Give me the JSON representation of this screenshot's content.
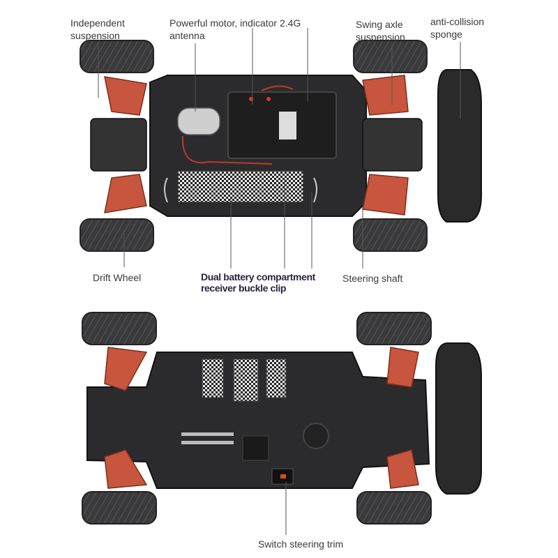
{
  "labels": {
    "independent_suspension": "Independent\nsuspension",
    "powerful_motor": "Powerful motor, indicator 2.4G\nantenna",
    "swing_axle": "Swing axle\nsuspension",
    "anti_collision": "anti-collision\nsponge",
    "drift_wheel": "Drift Wheel",
    "dual_battery": "Dual battery compartment",
    "receiver_clip": "receiver buckle clip",
    "steering_shaft": "Steering shaft",
    "switch_trim": "Switch steering trim"
  },
  "colors": {
    "chassis": "#2b2b2d",
    "tire": "#3a3a3c",
    "suspension": "#c8553d",
    "leader": "#555555"
  }
}
